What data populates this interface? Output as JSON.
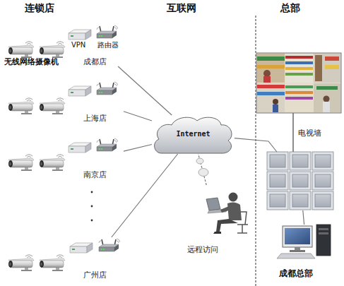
{
  "diagram": {
    "nodes": [
      {
        "text": [
          "成都店"
        ]
      },
      {
        "text": [
          "上海店"
        ]
      },
      {
        "text": [
          "南京店"
        ]
      },
      {
        "text": [
          "广州店"
        ]
      },
      {
        "text": [
          "Internet"
        ]
      },
      {
        "text": [
          "远程访问"
        ]
      },
      {
        "text": [
          "电视墙"
        ]
      },
      {
        "text": [
          "成都总部"
        ]
      }
    ],
    "edges": [
      {
        "from": 0,
        "to": 4,
        "arrow": "none"
      },
      {
        "from": 1,
        "to": 4,
        "arrow": "none"
      },
      {
        "from": 2,
        "to": 4,
        "arrow": "none"
      },
      {
        "from": 3,
        "to": 4,
        "arrow": "none"
      },
      {
        "from": 5,
        "to": 4,
        "arrow": "none"
      },
      {
        "from": 4,
        "to": 6,
        "arrow": "none"
      },
      {
        "from": 6,
        "to": 7,
        "arrow": "none"
      }
    ],
    "labels": [
      "连锁店",
      "互联网",
      "总部",
      "VPN",
      "路由器",
      "无线网络摄像机"
    ]
  }
}
